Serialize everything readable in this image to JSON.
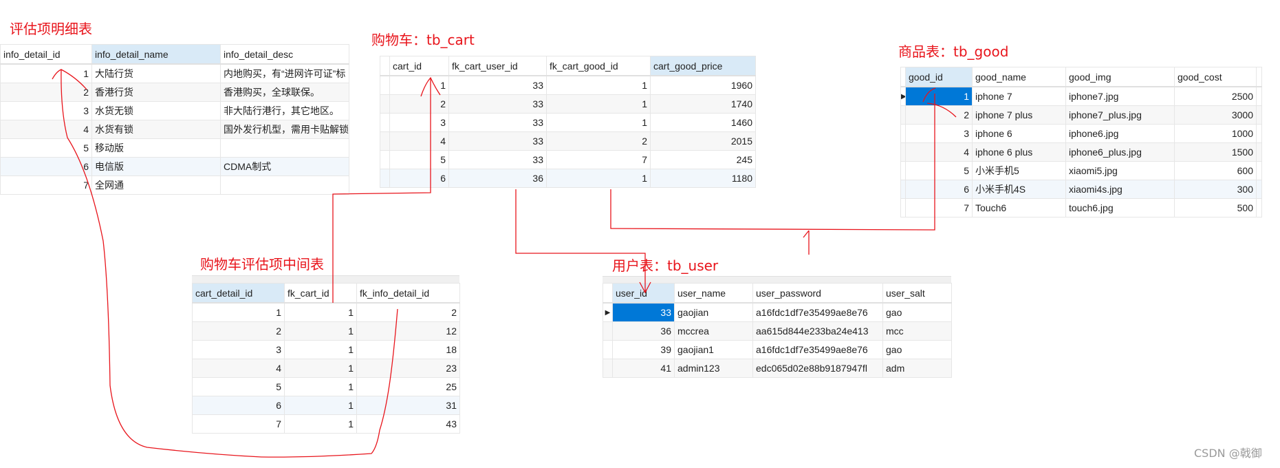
{
  "colors": {
    "annotation": "#e8141b",
    "selected_cell": "#0078d7",
    "selected_header": "#d9eaf7"
  },
  "tables": {
    "info_detail": {
      "title": "评估项明细表",
      "selected_column": 1,
      "columns": [
        "info_detail_id",
        "info_detail_name",
        "info_detail_desc"
      ],
      "numeric": [
        true,
        false,
        false
      ],
      "rows": [
        [
          "1",
          "大陆行货",
          "内地购买，有“进网许可证”标"
        ],
        [
          "2",
          "香港行货",
          "香港购买，全球联保。"
        ],
        [
          "3",
          "水货无锁",
          "非大陆行港行，其它地区。"
        ],
        [
          "4",
          "水货有锁",
          "国外发行机型，需用卡贴解锁"
        ],
        [
          "5",
          "移动版",
          ""
        ],
        [
          "6",
          "电信版",
          "CDMA制式"
        ],
        [
          "7",
          "全网通",
          ""
        ]
      ]
    },
    "cart": {
      "title": "购物车：tb_cart",
      "selected_column": 3,
      "columns": [
        "cart_id",
        "fk_cart_user_id",
        "fk_cart_good_id",
        "cart_good_price"
      ],
      "numeric": [
        true,
        true,
        true,
        true
      ],
      "rows": [
        [
          "1",
          "33",
          "1",
          "1960"
        ],
        [
          "2",
          "33",
          "1",
          "1740"
        ],
        [
          "3",
          "33",
          "1",
          "1460"
        ],
        [
          "4",
          "33",
          "2",
          "2015"
        ],
        [
          "5",
          "33",
          "7",
          "245"
        ],
        [
          "6",
          "36",
          "1",
          "1180"
        ]
      ]
    },
    "good": {
      "title": "商品表：tb_good",
      "selected_column": 0,
      "current_row": 0,
      "columns": [
        "good_id",
        "good_name",
        "good_img",
        "good_cost"
      ],
      "numeric": [
        true,
        false,
        false,
        true
      ],
      "rows": [
        [
          "1",
          "iphone 7",
          "iphone7.jpg",
          "2500"
        ],
        [
          "2",
          "iphone 7 plus",
          "iphone7_plus.jpg",
          "3000"
        ],
        [
          "3",
          "iphone 6",
          "iphone6.jpg",
          "1000"
        ],
        [
          "4",
          "iphone 6 plus",
          "iphone6_plus.jpg",
          "1500"
        ],
        [
          "5",
          "小米手机5",
          "xiaomi5.jpg",
          "600"
        ],
        [
          "6",
          "小米手机4S",
          "xiaomi4s.jpg",
          "300"
        ],
        [
          "7",
          "Touch6",
          "touch6.jpg",
          "500"
        ]
      ]
    },
    "cart_detail": {
      "title": "购物车评估项中间表",
      "selected_column": 0,
      "columns": [
        "cart_detail_id",
        "fk_cart_id",
        "fk_info_detail_id"
      ],
      "numeric": [
        true,
        true,
        true
      ],
      "rows": [
        [
          "1",
          "1",
          "2"
        ],
        [
          "2",
          "1",
          "12"
        ],
        [
          "3",
          "1",
          "18"
        ],
        [
          "4",
          "1",
          "23"
        ],
        [
          "5",
          "1",
          "25"
        ],
        [
          "6",
          "1",
          "31"
        ],
        [
          "7",
          "1",
          "43"
        ]
      ]
    },
    "user": {
      "title": "用户表：tb_user",
      "selected_column": 0,
      "current_row": 0,
      "columns": [
        "user_id",
        "user_name",
        "user_password",
        "user_salt"
      ],
      "numeric": [
        true,
        false,
        false,
        false
      ],
      "rows": [
        [
          "33",
          "gaojian",
          "a16fdc1df7e35499ae8e76",
          "gao"
        ],
        [
          "36",
          "mccrea",
          "aa615d844e233ba24e413",
          "mcc"
        ],
        [
          "39",
          "gaojian1",
          "a16fdc1df7e35499ae8e76",
          "gao"
        ],
        [
          "41",
          "admin123",
          "edc065d02e88b9187947fl",
          "adm"
        ]
      ]
    }
  },
  "watermark": "CSDN @戟御"
}
